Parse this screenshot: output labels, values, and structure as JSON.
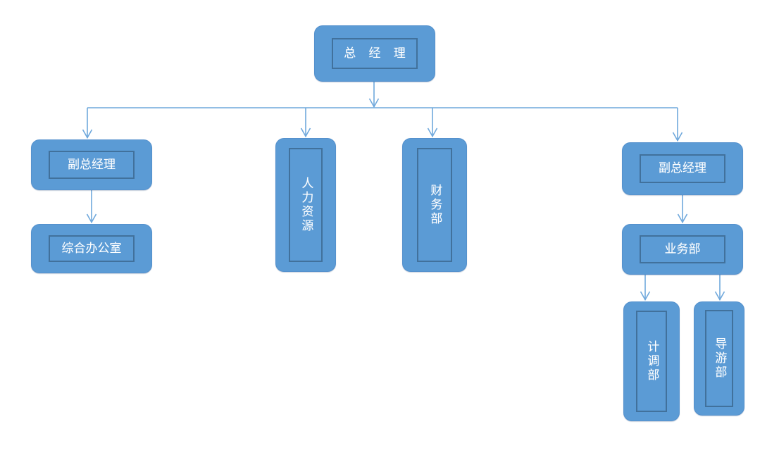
{
  "chart": {
    "type": "org-chart",
    "title": "",
    "colors": {
      "node_fill": "#5B9BD5",
      "node_inner_border": "#41719C",
      "connector": "#6FA8DC",
      "label_text": "#FFFFFF",
      "background": "#FFFFFF"
    },
    "nodes": [
      {
        "id": "gm",
        "label": "总 经 理",
        "level": 0,
        "orientation": "horizontal"
      },
      {
        "id": "dgm-left",
        "label": "副总经理",
        "level": 1,
        "orientation": "horizontal"
      },
      {
        "id": "office",
        "label": "综合办公室",
        "level": 2,
        "orientation": "horizontal"
      },
      {
        "id": "hr",
        "label": "人力资源",
        "level": 1,
        "orientation": "vertical"
      },
      {
        "id": "finance",
        "label": "财务部",
        "level": 1,
        "orientation": "vertical"
      },
      {
        "id": "dgm-right",
        "label": "副总经理",
        "level": 1,
        "orientation": "horizontal"
      },
      {
        "id": "business",
        "label": "业务部",
        "level": 2,
        "orientation": "horizontal"
      },
      {
        "id": "planning",
        "label": "计调部",
        "level": 3,
        "orientation": "vertical"
      },
      {
        "id": "guide",
        "label": "导游部",
        "level": 3,
        "orientation": "vertical"
      }
    ],
    "edges": [
      {
        "from": "gm",
        "to": "bus",
        "arrow": true
      },
      {
        "from": "bus",
        "to": "dgm-left",
        "arrow": true
      },
      {
        "from": "bus",
        "to": "hr",
        "arrow": true
      },
      {
        "from": "bus",
        "to": "finance",
        "arrow": true
      },
      {
        "from": "bus",
        "to": "dgm-right",
        "arrow": true
      },
      {
        "from": "dgm-left",
        "to": "office",
        "arrow": true
      },
      {
        "from": "dgm-right",
        "to": "business",
        "arrow": true
      },
      {
        "from": "business",
        "to": "planning",
        "arrow": true
      },
      {
        "from": "business",
        "to": "guide",
        "arrow": true
      }
    ]
  }
}
